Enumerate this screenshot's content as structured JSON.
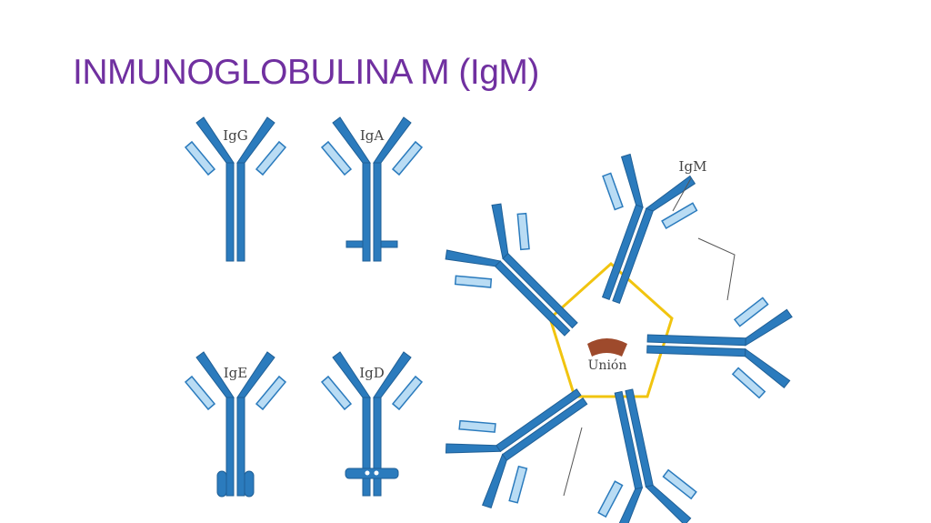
{
  "slide": {
    "title": "INMUNOGLOBULINA M (IgM)"
  },
  "labels": {
    "igg": "IgG",
    "iga": "IgA",
    "ige": "IgE",
    "igd": "IgD",
    "igm": "IgM",
    "union": "Unión"
  },
  "colors": {
    "title": "#7030a0",
    "heavy_chain": "#2b7bbd",
    "light_chain": "#b9dcf4",
    "j_chain": "#9e4a2c",
    "disulfide_ring": "#f1c40f"
  },
  "icons": [
    "igg-antibody-icon",
    "iga-antibody-icon",
    "ige-antibody-icon",
    "igd-antibody-icon",
    "igm-pentamer-icon"
  ]
}
